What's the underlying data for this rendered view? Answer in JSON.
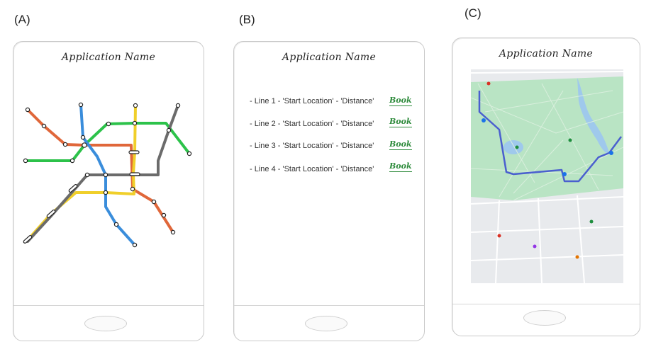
{
  "panels": [
    {
      "label": "(A)",
      "app_name": "Application Name"
    },
    {
      "label": "(B)",
      "app_name": "Application Name"
    },
    {
      "label": "(C)",
      "app_name": "Application Name"
    }
  ],
  "list": {
    "items": [
      {
        "text": "- Line 1 - 'Start Location' - 'Distance'",
        "action": "Book"
      },
      {
        "text": "- Line 2 - 'Start Location' - 'Distance'",
        "action": "Book"
      },
      {
        "text": "- Line 3 - 'Start Location' - 'Distance'",
        "action": "Book"
      },
      {
        "text": "- Line 4 - 'Start Location' - 'Distance'",
        "action": "Book"
      }
    ]
  },
  "colors": {
    "line_orange": "#e0673a",
    "line_blue": "#3a8ddb",
    "line_yellow": "#f0cf2a",
    "line_green": "#2cc24a",
    "line_gray": "#6b6b6b",
    "book_green": "#2e8b3c",
    "park_green": "#b9e4c4"
  }
}
